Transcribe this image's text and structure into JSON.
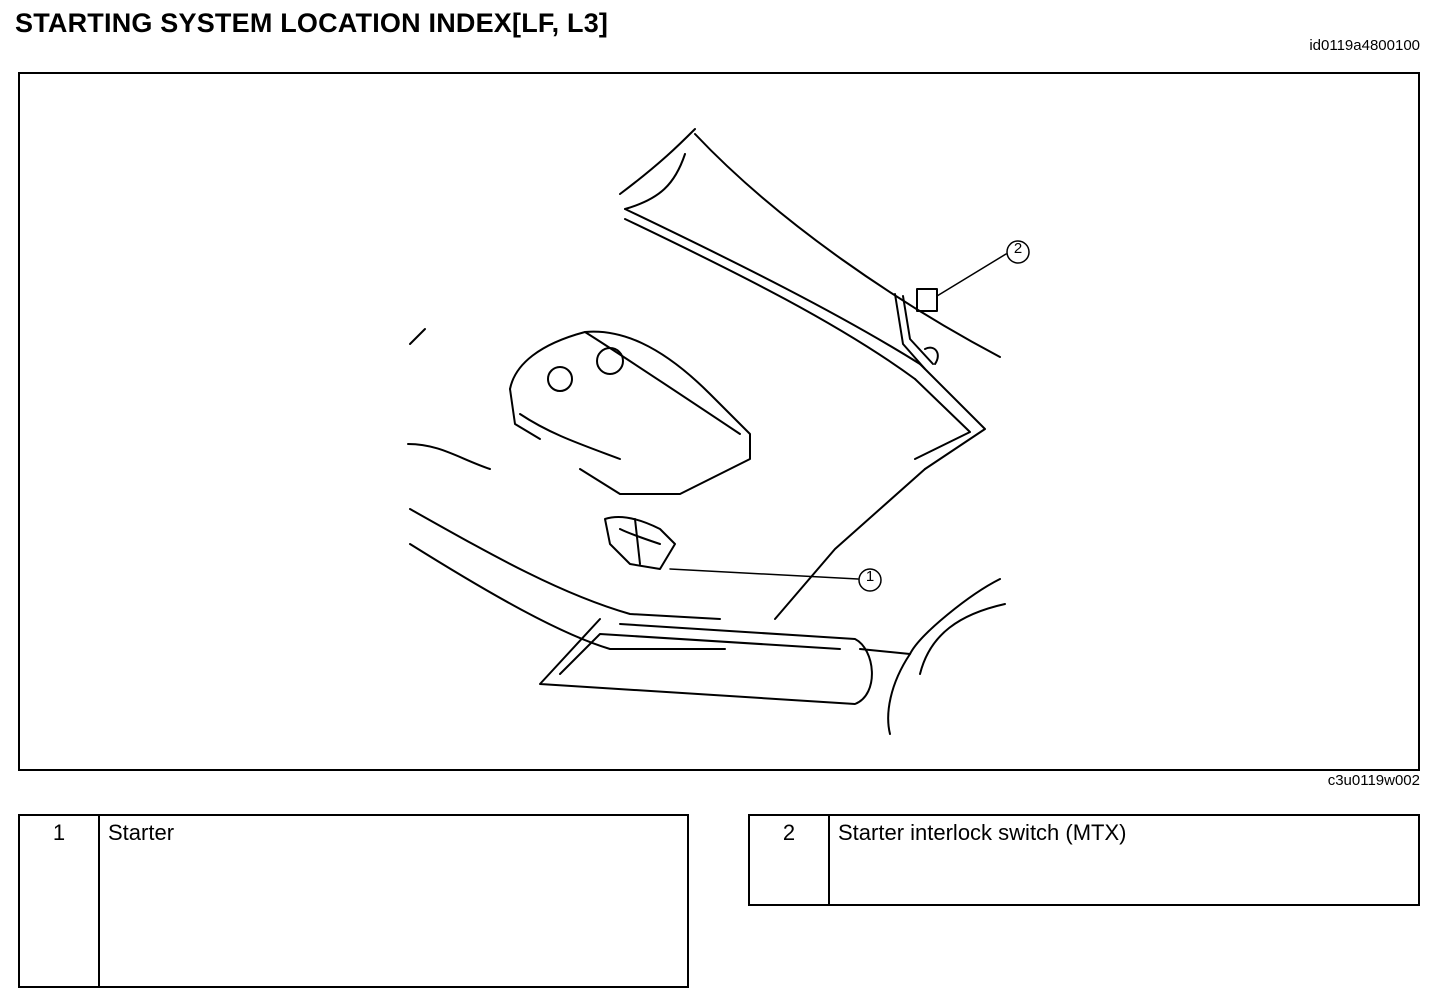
{
  "header": {
    "title": "STARTING SYSTEM LOCATION INDEX[LF, L3]",
    "doc_id": "id0119a4800100"
  },
  "figure": {
    "id": "c3u0119w002",
    "callouts": [
      "1",
      "2"
    ]
  },
  "legend": [
    {
      "number": "1",
      "label": "Starter"
    },
    {
      "number": "2",
      "label": "Starter interlock switch (MTX)"
    }
  ]
}
